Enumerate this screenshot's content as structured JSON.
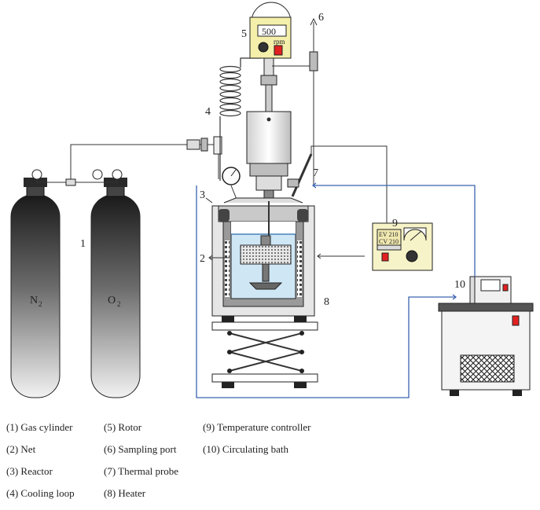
{
  "labels": {
    "n1": "1",
    "n2": "2",
    "n3": "3",
    "n4": "4",
    "n5": "5",
    "n6": "6",
    "n7": "7",
    "n8": "8",
    "n9": "9",
    "n10": "10",
    "gas_a": "N",
    "gas_a_sub": "2",
    "gas_b": "O",
    "gas_b_sub": "2",
    "rotor_speed": "500",
    "rotor_unit": "rpm",
    "ctrl_line1": "EV 210",
    "ctrl_line2": "CV 210"
  },
  "legend": {
    "col1": [
      "(1) Gas cylinder",
      "(2) Net",
      "(3) Reactor",
      "(4) Cooling loop"
    ],
    "col2": [
      "(5) Rotor",
      "(6) Sampling port",
      "(7) Thermal probe",
      "(8) Heater"
    ],
    "col3": [
      "(9) Temperature controller",
      "(10) Circulating bath"
    ]
  },
  "colors": {
    "line": "#333333",
    "water_line": "#3a64b0",
    "rotor_box": "#f4efaa",
    "controller": "#f7f3c8",
    "reactor_wall": "#9a9a9a",
    "liquid": "#cfe6f5",
    "indicator_red": "#e22020"
  }
}
